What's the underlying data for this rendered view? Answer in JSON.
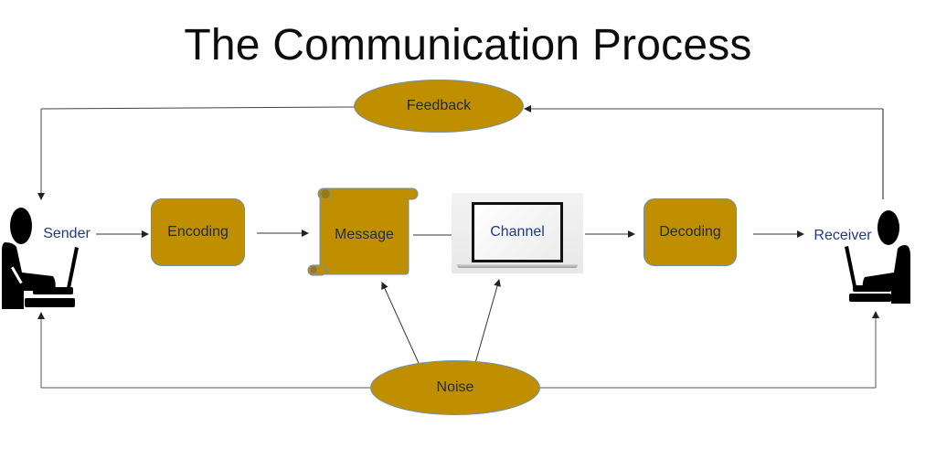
{
  "title": "The Communication Process",
  "colors": {
    "node_fill": "#bf8f00",
    "node_border": "#6f8faf",
    "node_text": "#1f2a4a",
    "person_label": "#1f3a8a",
    "arrow": "#333333"
  },
  "nodes": {
    "sender": "Sender",
    "encoding": "Encoding",
    "message": "Message",
    "channel": "Channel",
    "decoding": "Decoding",
    "receiver": "Receiver",
    "feedback": "Feedback",
    "noise": "Noise"
  },
  "icons": {
    "sender": "person-at-laptop-icon",
    "receiver": "person-at-laptop-icon",
    "message": "scroll-icon",
    "channel": "laptop-icon"
  },
  "flows": [
    {
      "from": "Sender",
      "to": "Encoding"
    },
    {
      "from": "Encoding",
      "to": "Message"
    },
    {
      "from": "Message",
      "to": "Channel"
    },
    {
      "from": "Channel",
      "to": "Decoding"
    },
    {
      "from": "Decoding",
      "to": "Receiver"
    },
    {
      "from": "Receiver",
      "to": "Feedback"
    },
    {
      "from": "Feedback",
      "to": "Sender"
    },
    {
      "from": "Noise",
      "to": "Message"
    },
    {
      "from": "Noise",
      "to": "Channel"
    },
    {
      "from": "Noise",
      "to": "Sender"
    },
    {
      "from": "Noise",
      "to": "Receiver"
    }
  ]
}
